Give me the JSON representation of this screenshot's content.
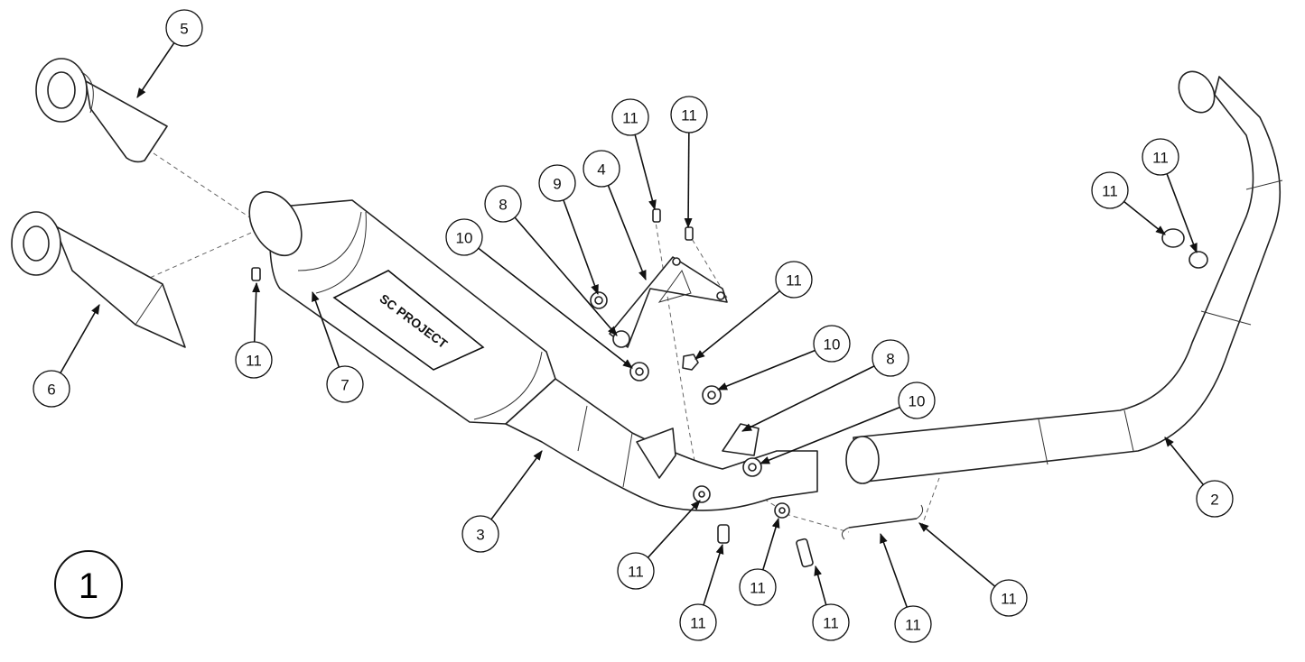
{
  "figure_number": "1",
  "callouts": [
    "5",
    "6",
    "11",
    "7",
    "3",
    "10",
    "8",
    "9",
    "4",
    "11",
    "11",
    "11",
    "10",
    "8",
    "10",
    "11",
    "11",
    "2",
    "11",
    "11",
    "11",
    "11",
    "11",
    "11"
  ],
  "muffler_logo": "SC PROJECT"
}
